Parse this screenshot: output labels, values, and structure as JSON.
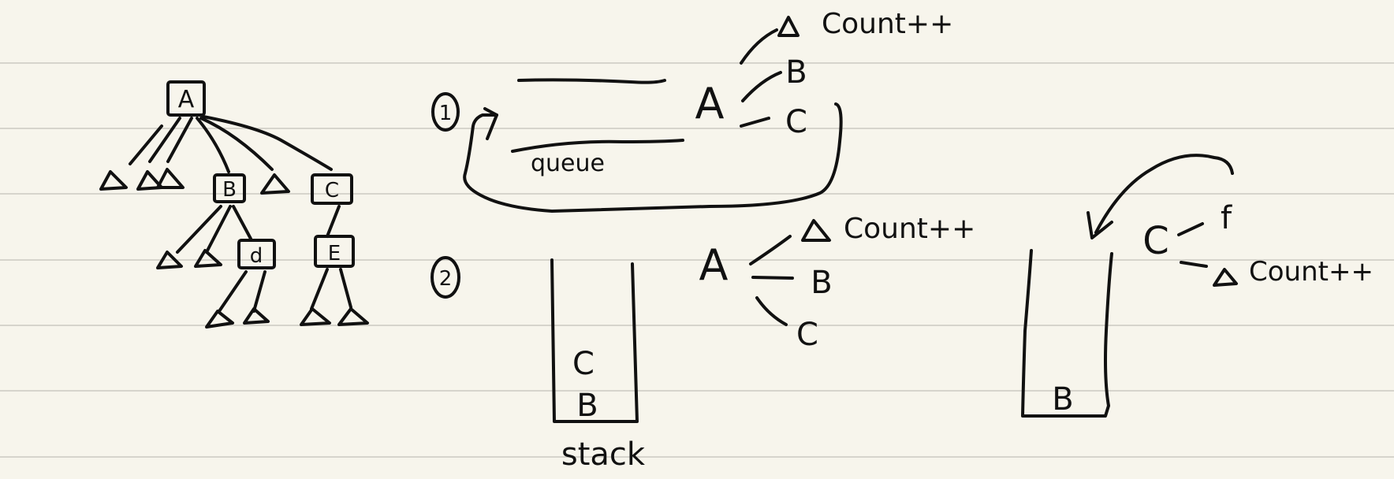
{
  "colors": {
    "paper": "#f7f5ec",
    "ink": "#111111",
    "rule": "#d6d4cc"
  },
  "tree": {
    "root": "A",
    "level2": [
      "B",
      "C"
    ],
    "level3": [
      "d",
      "E"
    ]
  },
  "step1": {
    "number": "1",
    "queue_label": "queue",
    "node": "A",
    "children": [
      "B",
      "C"
    ],
    "annotation": "Count++"
  },
  "step2": {
    "number": "2",
    "stack_items": [
      "C",
      "B"
    ],
    "stack_label": "stack",
    "node": "A",
    "children": [
      "B",
      "C"
    ],
    "annotation": "Count++"
  },
  "step3": {
    "stack_items": [
      "B"
    ],
    "node": "C",
    "child": "f",
    "annotation": "Count++"
  }
}
